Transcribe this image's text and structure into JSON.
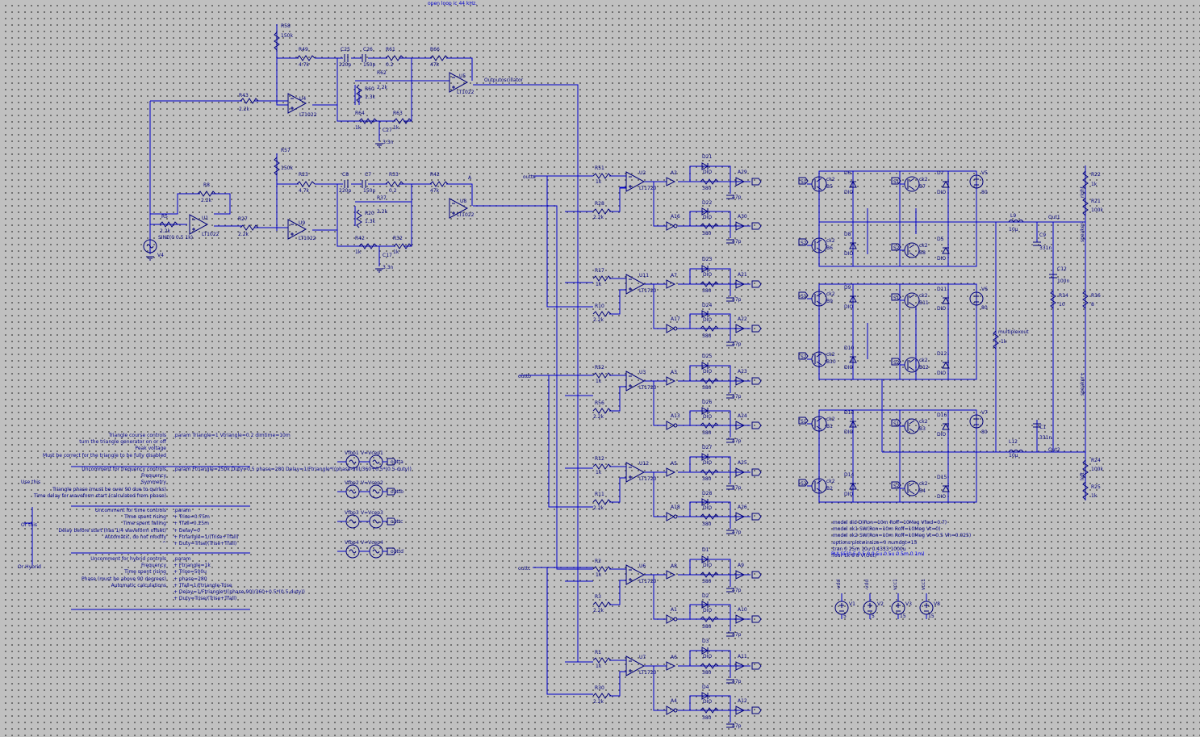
{
  "title": "open loop ic 44 kHz.",
  "labels": {
    "triangle_out": "Outputoscillator",
    "outta": "outta",
    "outtb": "outtb",
    "outtc": "outtc",
    "multiplexout": "multiplexout",
    "out1": "Out1",
    "out2": "Out2",
    "speaker_plus": "speaker+",
    "speaker_minus": "speaker-",
    "right": "right",
    "left": "left"
  },
  "sources": [
    {
      "name": "Vfbp1",
      "value": "V=Vcep1",
      "label": "outta"
    },
    {
      "name": "Vfbp2",
      "value": "V=Vcep2",
      "label": "outtb"
    },
    {
      "name": "Vfbp3",
      "value": "V=Vcep3",
      "label": "outtc"
    },
    {
      "name": "Vfbp4",
      "value": "V=Vcep4",
      "label": "outtd"
    }
  ],
  "notes": {
    "section1_left": "Triangle course controls\nturn the triangle generator on or off\nPeak voltage\nMust be correct for the triangle to be fully disabled",
    "section1_right": ".param Triangle=1 Vtriangle=0.2 dimtime=10m",
    "section2_left": "Uncomment for frequency controls\nFrequency\nSymmetry\nTriangle phase (must be over 90 due to quirks)\nTime delay for waveform start (calculated from phase)",
    "section2_right": ".param Ftriangle=250k Duty=0.5 phase=280 Delay=1/Ftriangle*((phase-90)/360+0.5*(0.5-duty))",
    "use_this": "Use this",
    "section3_left": "Uncomment for time controls\nTime spent rising\nTime spent falling\nDelay before start (has 1/4 waveform offset)\nAutomatic, do not modify\n^",
    "section3_right": ".param\n+ Trise=0.75m\n+ Tfall=0.25m\n+ Delay=0\n+ Ftriangle=1/(Trise+Tfall)\n+ Duty=Trise/(Trise+Tfall)",
    "or_this": "Or this",
    "section4_left": "Uncomment for hybrid controls\nFrequency\nTime spent rising\nPhase (must be above 90 degrees)\nAutomatic calculations",
    "section4_right": ".param\n+ Ftriangle=1k\n+ Trise=500u\n+ phase=280\n+ Tfall=1/Ftriangle-Trise\n+ Delay=1/Ftriangle*((phase-90)/360+0.5*(0.5-duty))\n+ Duty=Trise/(Trise+Tfall)",
    "or_hybrid": "Or Hybrid",
    "models": ".model did D(Ron=10m Roff=10Meg Vfwd=0.7)\n.model ck1 SW(Ron=10m Roff=10Meg Vt=0)\n.model ck2 SW(Ron=10m Roff=10Meg Vt=0.5 Vh=0.025)\n.options plotwinsize=0 numdgt=15\n.tran 0 25m 10u 0.4333 1000u\n.four 1k 8 8 V(Out)",
    "pulse": "PULSE(0.5 0.5 0 0.5u 0.5u 0.5m 0.1m)"
  },
  "supplies": [
    {
      "name": "V1",
      "value": "5",
      "net": "-vdd"
    },
    {
      "name": "V2",
      "value": "5",
      "net": "-vdd"
    },
    {
      "name": "V3",
      "value": "15",
      "net": "vcc1"
    },
    {
      "name": "V8",
      "value": "15",
      "net": "vcc1"
    }
  ],
  "components": {
    "R58": "R58",
    "R58v": "150k",
    "R49": "R49",
    "R49v": "4.7k",
    "C25": "C25",
    "C25v": "220p",
    "C26": "C26",
    "C26v": "150p",
    "R61": "R61",
    "R61v": "0.2",
    "R66": "R66",
    "R66v": "47k",
    "U5": "U5",
    "U4": "U4",
    "U8": "U8",
    "U9": "U9",
    "U1": "U1",
    "LT1022": "LT1022",
    "LT1720": "LT1720",
    "R60": "R60",
    "R60v": "1.3k",
    "R62": "R62",
    "R62v": "2.2k",
    "R43": "R43",
    "R43v": "2.2k",
    "R64": "R64",
    "R63": "R63",
    "R63v": "1k",
    "C27": "C27",
    "C27v": "3.3n",
    "R57": "R57",
    "R23": "R23",
    "R23v": "4.7k",
    "C8": "C8",
    "C7": "C7",
    "R33": "R33",
    "R42": "R42",
    "R42v": "47k",
    "R37": "R37",
    "R20": "R20",
    "R42b": "R42",
    "R32": "R32",
    "C17": "C17",
    "R8": "R8",
    "R8v": "2.2k",
    "R5": "R5",
    "R27": "R27",
    "V4": "V4",
    "V4v": "SINE(0 0.5 1k)",
    "A": "A",
    "vcc": "vcc1",
    "vee": "-vee1",
    "R51": "R51",
    "R28": "R28",
    "R17": "R17",
    "R10": "R10",
    "R52": "R52",
    "R56": "R56",
    "R12": "R12",
    "R11": "R11",
    "R2": "R2",
    "R3": "R3",
    "R1": "R1",
    "R30": "R30",
    "U2": "U2",
    "U11": "U11",
    "U3": "U3",
    "U12": "U12",
    "U6": "U6",
    "U7": "U7",
    "D21": "D21",
    "D22": "D22",
    "D23": "D23",
    "D24": "D24",
    "D25": "D25",
    "D26": "D26",
    "D27": "D27",
    "D28": "D28",
    "D1": "D1",
    "D2": "D2",
    "D3": "D3",
    "D4": "D4",
    "A2": "A2",
    "A16": "A16",
    "A7": "A7",
    "A17": "A17",
    "A3": "A3",
    "A13": "A13",
    "A5": "A5",
    "A18": "A18",
    "A8": "A8",
    "A1": "A1",
    "A6": "A6",
    "A4": "A4",
    "A20": "A20",
    "A30": "A30",
    "A21": "A21",
    "A22": "A22",
    "A23": "A23",
    "A24": "A24",
    "A25": "A25",
    "A26": "A26",
    "A9": "A9",
    "A10": "A10",
    "A11": "A11",
    "A12": "A12",
    "DIO": "DIO",
    "v380": "380",
    "v47p": "47p",
    "v1k": "1k",
    "v2_2k": "2.2k",
    "L9": "L9",
    "L12": "L12",
    "v10u": "10µ",
    "C9": "C9",
    "C1": "C1",
    "C12": "C12",
    "v331n": "331n",
    "v100n": "100n",
    "R34": "R34",
    "v10": "10",
    "R22": "R22",
    "R21": "R21",
    "R24": "R24",
    "R25": "R25",
    "R36": "R36",
    "v100k": "100k",
    "v8": "8",
    "V5": "V5",
    "V6": "V6",
    "V7": "V7",
    "v80": "80",
    "ck1": "ck1",
    "ck2": "ck2",
    "S1": "S1",
    "S2": "S2"
  }
}
